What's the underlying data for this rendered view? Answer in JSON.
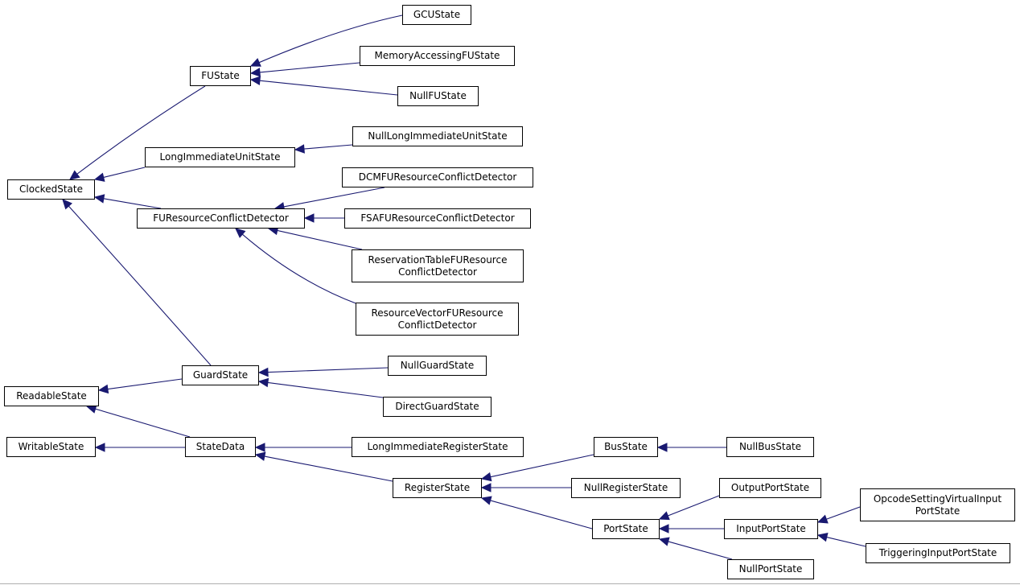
{
  "diagram": {
    "edge_color": "#191970",
    "nodes": [
      {
        "id": "GCUState",
        "label": "GCUState"
      },
      {
        "id": "FUState",
        "label": "FUState"
      },
      {
        "id": "MemoryAccessingFUState",
        "label": "MemoryAccessingFUState"
      },
      {
        "id": "NullFUState",
        "label": "NullFUState"
      },
      {
        "id": "NullLongImmediateUnitState",
        "label": "NullLongImmediateUnitState"
      },
      {
        "id": "LongImmediateUnitState",
        "label": "LongImmediateUnitState"
      },
      {
        "id": "DCMFUResourceConflictDetector",
        "label": "DCMFUResourceConflictDetector"
      },
      {
        "id": "ClockedState",
        "label": "ClockedState"
      },
      {
        "id": "FUResourceConflictDetector",
        "label": "FUResourceConflictDetector"
      },
      {
        "id": "FSAFUResourceConflictDetector",
        "label": "FSAFUResourceConflictDetector"
      },
      {
        "id": "ReservationTableFUResourceConflictDetector",
        "label": "ReservationTableFUResource\nConflictDetector"
      },
      {
        "id": "ResourceVectorFUResourceConflictDetector",
        "label": "ResourceVectorFUResource\nConflictDetector"
      },
      {
        "id": "NullGuardState",
        "label": "NullGuardState"
      },
      {
        "id": "GuardState",
        "label": "GuardState"
      },
      {
        "id": "ReadableState",
        "label": "ReadableState"
      },
      {
        "id": "DirectGuardState",
        "label": "DirectGuardState"
      },
      {
        "id": "WritableState",
        "label": "WritableState"
      },
      {
        "id": "StateData",
        "label": "StateData"
      },
      {
        "id": "LongImmediateRegisterState",
        "label": "LongImmediateRegisterState"
      },
      {
        "id": "BusState",
        "label": "BusState"
      },
      {
        "id": "NullBusState",
        "label": "NullBusState"
      },
      {
        "id": "RegisterState",
        "label": "RegisterState"
      },
      {
        "id": "NullRegisterState",
        "label": "NullRegisterState"
      },
      {
        "id": "OutputPortState",
        "label": "OutputPortState"
      },
      {
        "id": "OpcodeSettingVirtualInputPortState",
        "label": "OpcodeSettingVirtualInput\nPortState"
      },
      {
        "id": "PortState",
        "label": "PortState"
      },
      {
        "id": "InputPortState",
        "label": "InputPortState"
      },
      {
        "id": "TriggeringInputPortState",
        "label": "TriggeringInputPortState"
      },
      {
        "id": "NullPortState",
        "label": "NullPortState"
      }
    ],
    "edges": [
      {
        "from": "GCUState",
        "to": "FUState"
      },
      {
        "from": "MemoryAccessingFUState",
        "to": "FUState"
      },
      {
        "from": "NullFUState",
        "to": "FUState"
      },
      {
        "from": "NullLongImmediateUnitState",
        "to": "LongImmediateUnitState"
      },
      {
        "from": "FUState",
        "to": "ClockedState"
      },
      {
        "from": "LongImmediateUnitState",
        "to": "ClockedState"
      },
      {
        "from": "FUResourceConflictDetector",
        "to": "ClockedState"
      },
      {
        "from": "GuardState",
        "to": "ClockedState"
      },
      {
        "from": "DCMFUResourceConflictDetector",
        "to": "FUResourceConflictDetector"
      },
      {
        "from": "FSAFUResourceConflictDetector",
        "to": "FUResourceConflictDetector"
      },
      {
        "from": "ReservationTableFUResourceConflictDetector",
        "to": "FUResourceConflictDetector"
      },
      {
        "from": "ResourceVectorFUResourceConflictDetector",
        "to": "FUResourceConflictDetector"
      },
      {
        "from": "NullGuardState",
        "to": "GuardState"
      },
      {
        "from": "DirectGuardState",
        "to": "GuardState"
      },
      {
        "from": "GuardState",
        "to": "ReadableState"
      },
      {
        "from": "StateData",
        "to": "ReadableState"
      },
      {
        "from": "StateData",
        "to": "WritableState"
      },
      {
        "from": "LongImmediateRegisterState",
        "to": "StateData"
      },
      {
        "from": "RegisterState",
        "to": "StateData"
      },
      {
        "from": "BusState",
        "to": "RegisterState"
      },
      {
        "from": "NullRegisterState",
        "to": "RegisterState"
      },
      {
        "from": "PortState",
        "to": "RegisterState"
      },
      {
        "from": "NullBusState",
        "to": "BusState"
      },
      {
        "from": "OutputPortState",
        "to": "PortState"
      },
      {
        "from": "InputPortState",
        "to": "PortState"
      },
      {
        "from": "NullPortState",
        "to": "PortState"
      },
      {
        "from": "OpcodeSettingVirtualInputPortState",
        "to": "InputPortState"
      },
      {
        "from": "TriggeringInputPortState",
        "to": "InputPortState"
      }
    ]
  }
}
